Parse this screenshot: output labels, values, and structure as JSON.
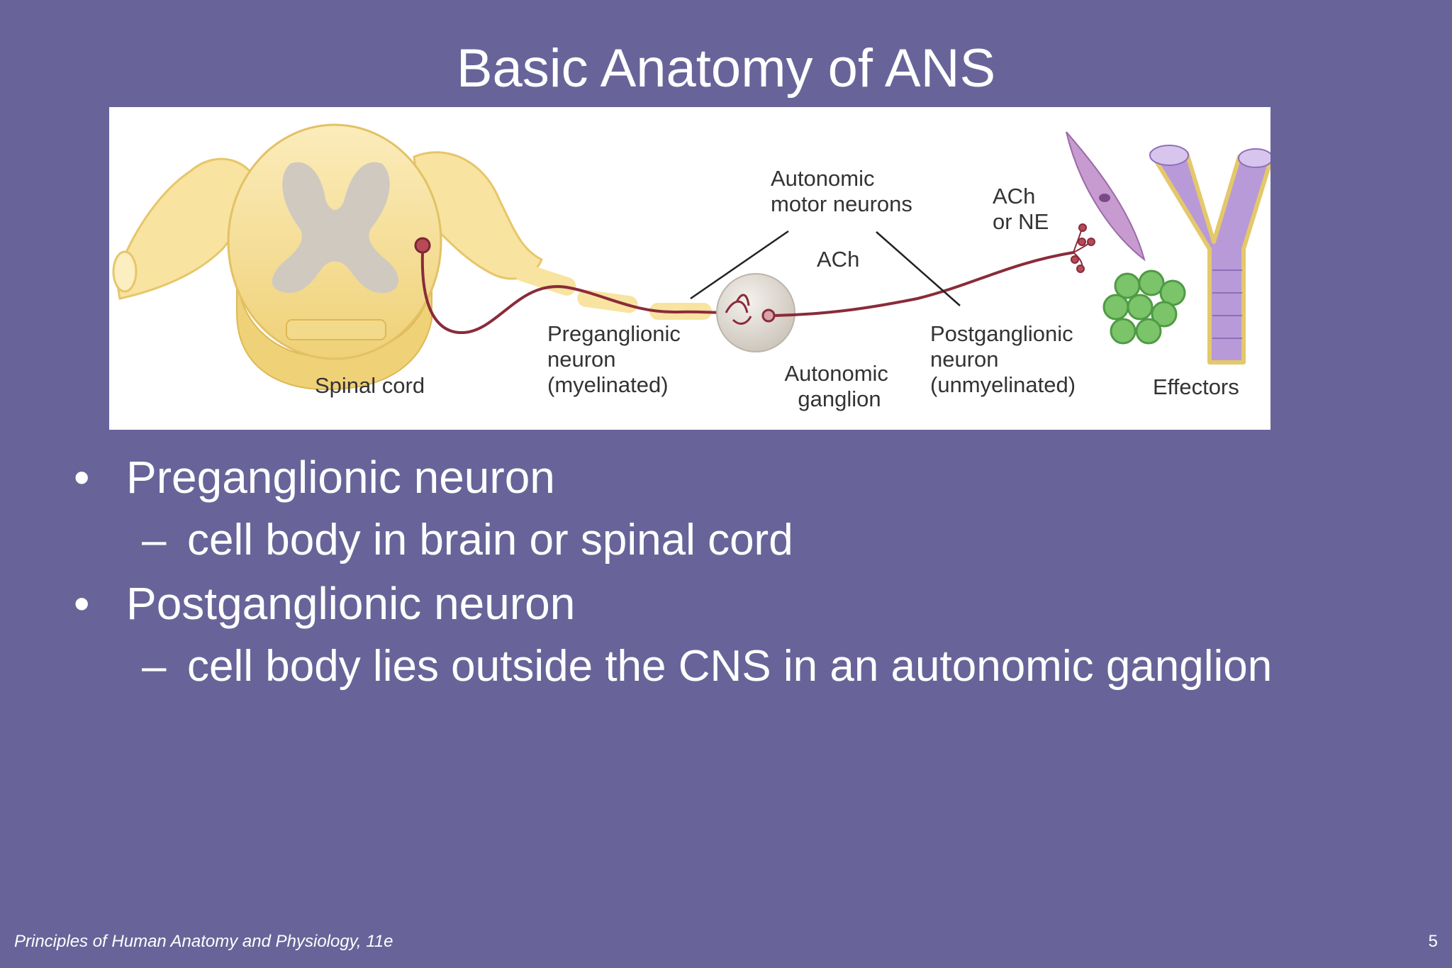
{
  "slide": {
    "title": "Basic Anatomy of ANS",
    "footer": "Principles of Human Anatomy and Physiology, 11e",
    "page_number": "5"
  },
  "figure": {
    "labels": {
      "spinal_cord": "Spinal cord",
      "preganglionic": [
        "Preganglionic",
        "neuron",
        "(myelinated)"
      ],
      "autonomic_motor": [
        "Autonomic",
        "motor neurons"
      ],
      "ach_ganglion": "ACh",
      "autonomic_ganglion": [
        "Autonomic",
        "ganglion"
      ],
      "postganglionic": [
        "Postganglionic",
        "neuron",
        "(unmyelinated)"
      ],
      "ach_or_ne": [
        "ACh",
        "or NE"
      ],
      "effectors": "Effectors"
    },
    "colors": {
      "nerve_yellow": "#f6dc8c",
      "gray_matter": "#cfc9c0",
      "axon": "#8a2b3a",
      "smooth_muscle": "#c79ad0",
      "gland_green": "#7bc46a",
      "vessel_purple": "#b89ad8"
    }
  },
  "bullets": [
    {
      "text": "Preganglionic neuron",
      "sub": [
        "cell body in brain or spinal cord"
      ]
    },
    {
      "text": "Postganglionic neuron",
      "sub": [
        "cell body lies outside the CNS in an autonomic ganglion"
      ]
    }
  ],
  "markers": {
    "bullet": "•",
    "dash": "–"
  }
}
